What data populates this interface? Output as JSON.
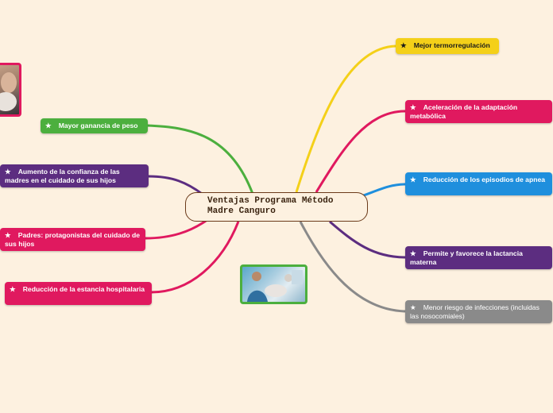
{
  "central_topic": {
    "line1": "Ventajas Programa Método",
    "line2": "Madre Canguro"
  },
  "star_glyph": "★",
  "topics_left": [
    {
      "id": "peso",
      "text": "Mayor ganancia de peso",
      "color": "#4caf3e"
    },
    {
      "id": "confianza",
      "text": "Aumento de la confianza de las madres en el cuidado de sus hijos",
      "color": "#5c2d80"
    },
    {
      "id": "padres",
      "text": "Padres: protagonistas del cuidado de sus hijos",
      "color": "#e0195f"
    },
    {
      "id": "estancia",
      "text": "Reducción de la estancia hospitalaria",
      "color": "#e0195f"
    }
  ],
  "topics_right": [
    {
      "id": "termo",
      "text": "Mejor termorregulación",
      "color": "#f4d019",
      "text_color": "#1a1a1a"
    },
    {
      "id": "metabolica",
      "text": "Aceleración de la adaptación metabólica",
      "color": "#e0195f"
    },
    {
      "id": "apnea",
      "text": "Reducción de los episodios de apnea",
      "color": "#1f8fdd"
    },
    {
      "id": "lactancia",
      "text": "Permite y favorece la lactancia materna",
      "color": "#5c2d80"
    },
    {
      "id": "infecciones",
      "text": "Menor riesgo de infecciones (incluidas las nosocomiales)",
      "color": "#8a8a8a"
    }
  ],
  "images": {
    "top_left_photo_border": "#e0195f",
    "center_photo_border": "#4caf3e"
  }
}
